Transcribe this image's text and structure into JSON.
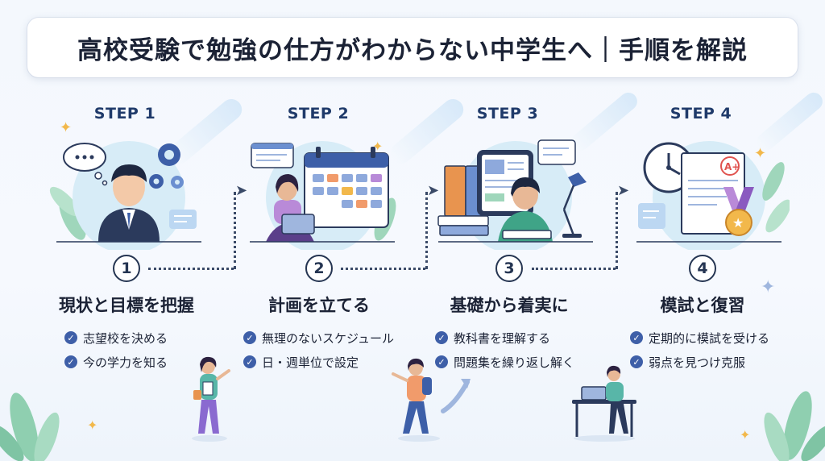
{
  "title": "高校受験で勉強の仕方がわからない中学生へ｜手順を解説",
  "steps": [
    {
      "label": "STEP 1",
      "number": "1",
      "title": "現状と目標を把握",
      "items": [
        "志望校を決める",
        "今の学力を知る"
      ]
    },
    {
      "label": "STEP 2",
      "number": "2",
      "title": "計画を立てる",
      "items": [
        "無理のないスケジュール",
        "日・週単位で設定"
      ]
    },
    {
      "label": "STEP 3",
      "number": "3",
      "title": "基礎から着実に",
      "items": [
        "教科書を理解する",
        "問題集を繰り返し解く"
      ]
    },
    {
      "label": "STEP 4",
      "number": "4",
      "title": "模試と復習",
      "items": [
        "定期的に模試を受ける",
        "弱点を見つけ克服"
      ]
    }
  ],
  "colors": {
    "accent": "#3e5fa8",
    "text": "#1b2235",
    "circle": "#d7ecf7",
    "leaf": "#8fcfb0"
  },
  "icons": [
    "thought-bubble-icon",
    "gear-icon",
    "person-icon",
    "calendar-icon",
    "laptop-icon",
    "book-icon",
    "tablet-icon",
    "desk-lamp-icon",
    "clock-icon",
    "test-paper-icon",
    "medal-icon",
    "check-icon",
    "sparkle-icon",
    "leaf-icon"
  ]
}
